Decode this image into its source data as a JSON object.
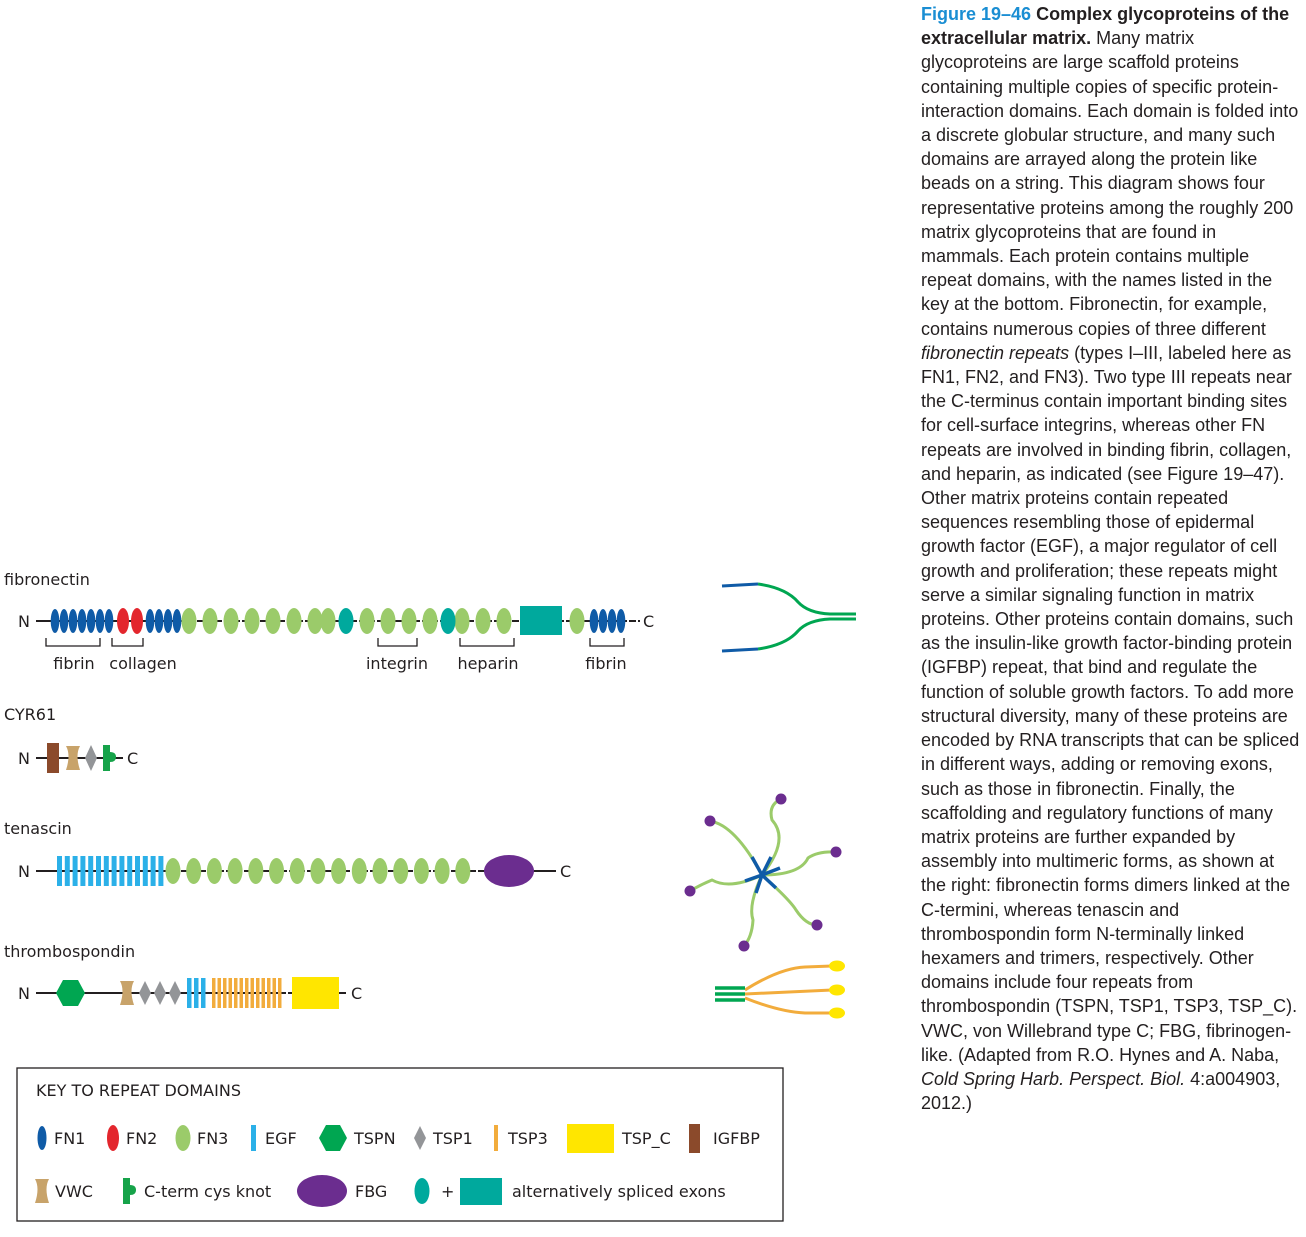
{
  "colors": {
    "fn1": "#0f5ba7",
    "fn2": "#e3262d",
    "fn3": "#9bcb6a",
    "egf": "#2bb0e8",
    "tspn": "#00a651",
    "tsp1": "#939598",
    "tsp3": "#f2ac3c",
    "tsp_c": "#ffe600",
    "igfbp": "#8b4a2b",
    "vwc": "#c8a36a",
    "cterm": "#16a34a",
    "fbg": "#6b2d8f",
    "alt": "#00a99d",
    "line": "#231f20"
  },
  "proteins": {
    "fibronectin": {
      "name": "fibronectin",
      "n_label": "N",
      "c_label": "C",
      "regions": [
        "fibrin",
        "collagen",
        "integrin",
        "heparin",
        "fibrin"
      ]
    },
    "cyr61": {
      "name": "CYR61",
      "n_label": "N",
      "c_label": "C"
    },
    "tenascin": {
      "name": "tenascin",
      "n_label": "N",
      "c_label": "C"
    },
    "thrombospondin": {
      "name": "thrombospondin",
      "n_label": "N",
      "c_label": "C"
    }
  },
  "key": {
    "title": "KEY TO REPEAT DOMAINS",
    "items": {
      "fn1": "FN1",
      "fn2": "FN2",
      "fn3": "FN3",
      "egf": "EGF",
      "tspn": "TSPN",
      "tsp1": "TSP1",
      "tsp3": "TSP3",
      "tsp_c": "TSP_C",
      "igfbp": "IGFBP",
      "vwc": "VWC",
      "cterm": "C-term cys knot",
      "fbg": "FBG",
      "plus": "+",
      "alt": "alternatively spliced exons"
    }
  },
  "caption": {
    "fig_num": "Figure 19–46",
    "fig_title": "Complex glycoproteins of the extracellular matrix.",
    "body_1": "Many matrix glycoproteins are large scaffold proteins containing multiple copies of specific protein-interaction domains. Each domain is folded into a discrete globular structure, and many such domains are arrayed along the protein like beads on a string. This diagram shows four representative proteins among the roughly 200 matrix glycoproteins that are found in mammals. Each protein contains multiple repeat domains, with the names listed in the key at the bottom. Fibronectin, for example, contains numerous copies of three different",
    "body_italic_1": "fibronectin repeats",
    "body_2": "(types I–III, labeled here as FN1, FN2, and FN3). Two type III repeats near the C-terminus contain important binding sites for cell-surface integrins, whereas other FN repeats are involved in binding fibrin, collagen, and heparin, as indicated (see Figure 19–47). Other matrix proteins contain repeated sequences resembling those of epidermal growth factor (EGF), a major regulator of cell growth and proliferation; these repeats might serve a similar signaling function in matrix proteins. Other proteins contain domains, such as the insulin-like growth factor-binding protein (IGFBP) repeat, that bind and regulate the function of soluble growth factors. To add more structural diversity, many of these proteins are encoded by RNA transcripts that can be spliced in different ways, adding or removing exons, such as those in fibronectin. Finally, the scaffolding and regulatory functions of many matrix proteins are further expanded by assembly into multimeric forms, as shown at the right: fibronectin forms dimers linked at the C-termini, whereas tenascin and thrombospondin form N-terminally linked hexamers and trimers, respectively. Other domains include four repeats from thrombospondin (TSPN, TSP1, TSP3, TSP_C). VWC, von Willebrand type C; FBG, fibrinogen-like. (Adapted from R.O. Hynes and A. Naba,",
    "body_italic_2": "Cold Spring Harb. Perspect. Biol.",
    "body_3": "4:a004903, 2012.)"
  }
}
